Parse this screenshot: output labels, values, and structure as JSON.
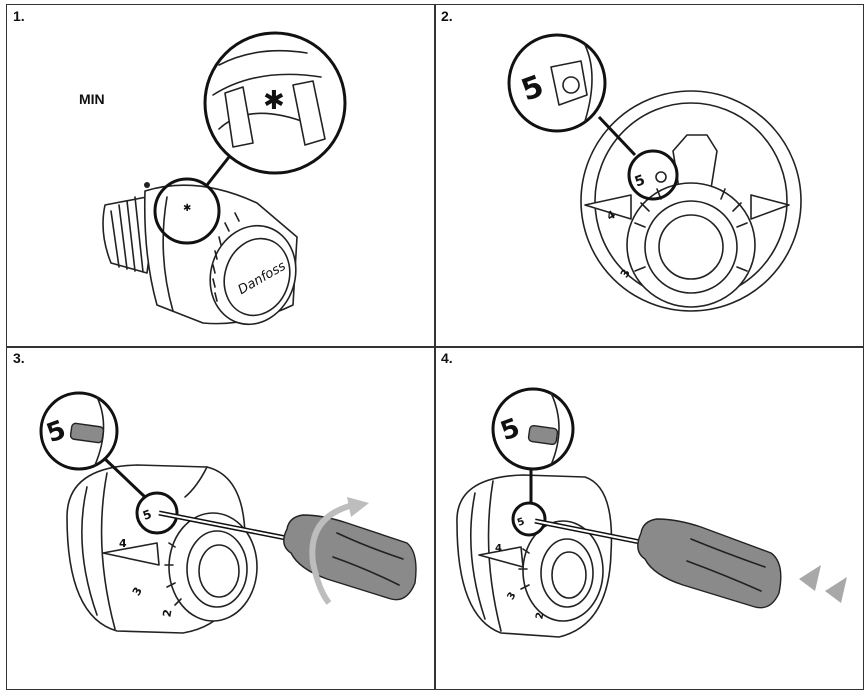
{
  "steps": [
    {
      "number": "1."
    },
    {
      "number": "2."
    },
    {
      "number": "3."
    },
    {
      "number": "4."
    }
  ],
  "panel1": {
    "min_label": "MIN",
    "snowflake": "✱",
    "brand_logo": "Danfoss"
  },
  "panel2": {
    "scale_marks": [
      "5",
      "4",
      "3"
    ]
  },
  "panel3": {
    "scale_marks": [
      "5",
      "4",
      "3",
      "2"
    ]
  },
  "panel4": {
    "scale_marks": [
      "5",
      "4",
      "3",
      "2"
    ]
  },
  "icons": [
    "magnifier-circle-icon",
    "screwdriver-icon",
    "rotate-arrow-icon",
    "push-arrows-icon"
  ]
}
